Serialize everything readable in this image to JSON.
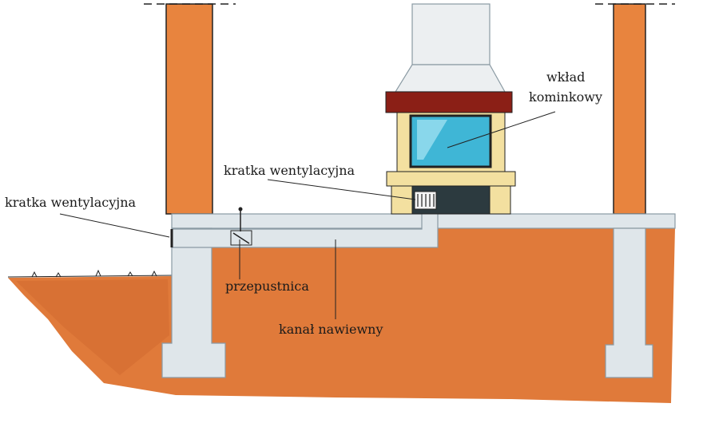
{
  "labels": {
    "insert": [
      "wkład",
      "kominkowy"
    ],
    "grate_upper": "kratka wentylacyjna",
    "grate_left": "kratka wentylacyjna",
    "damper": "przepustnica",
    "channel": "kanał nawiewny"
  },
  "colors": {
    "earth": "#e07a3a",
    "earth_dark": "#c8622a",
    "pillar": "#e8843e",
    "concrete": "#dfe6ea",
    "concrete_edge": "#8a9aa3",
    "hood": "#eceff1",
    "mantel": "#8b1f16",
    "frame": "#f3e0a0",
    "glass": "#3fb6d6",
    "firebox_base": "#2c3a3f",
    "line": "#222222"
  }
}
